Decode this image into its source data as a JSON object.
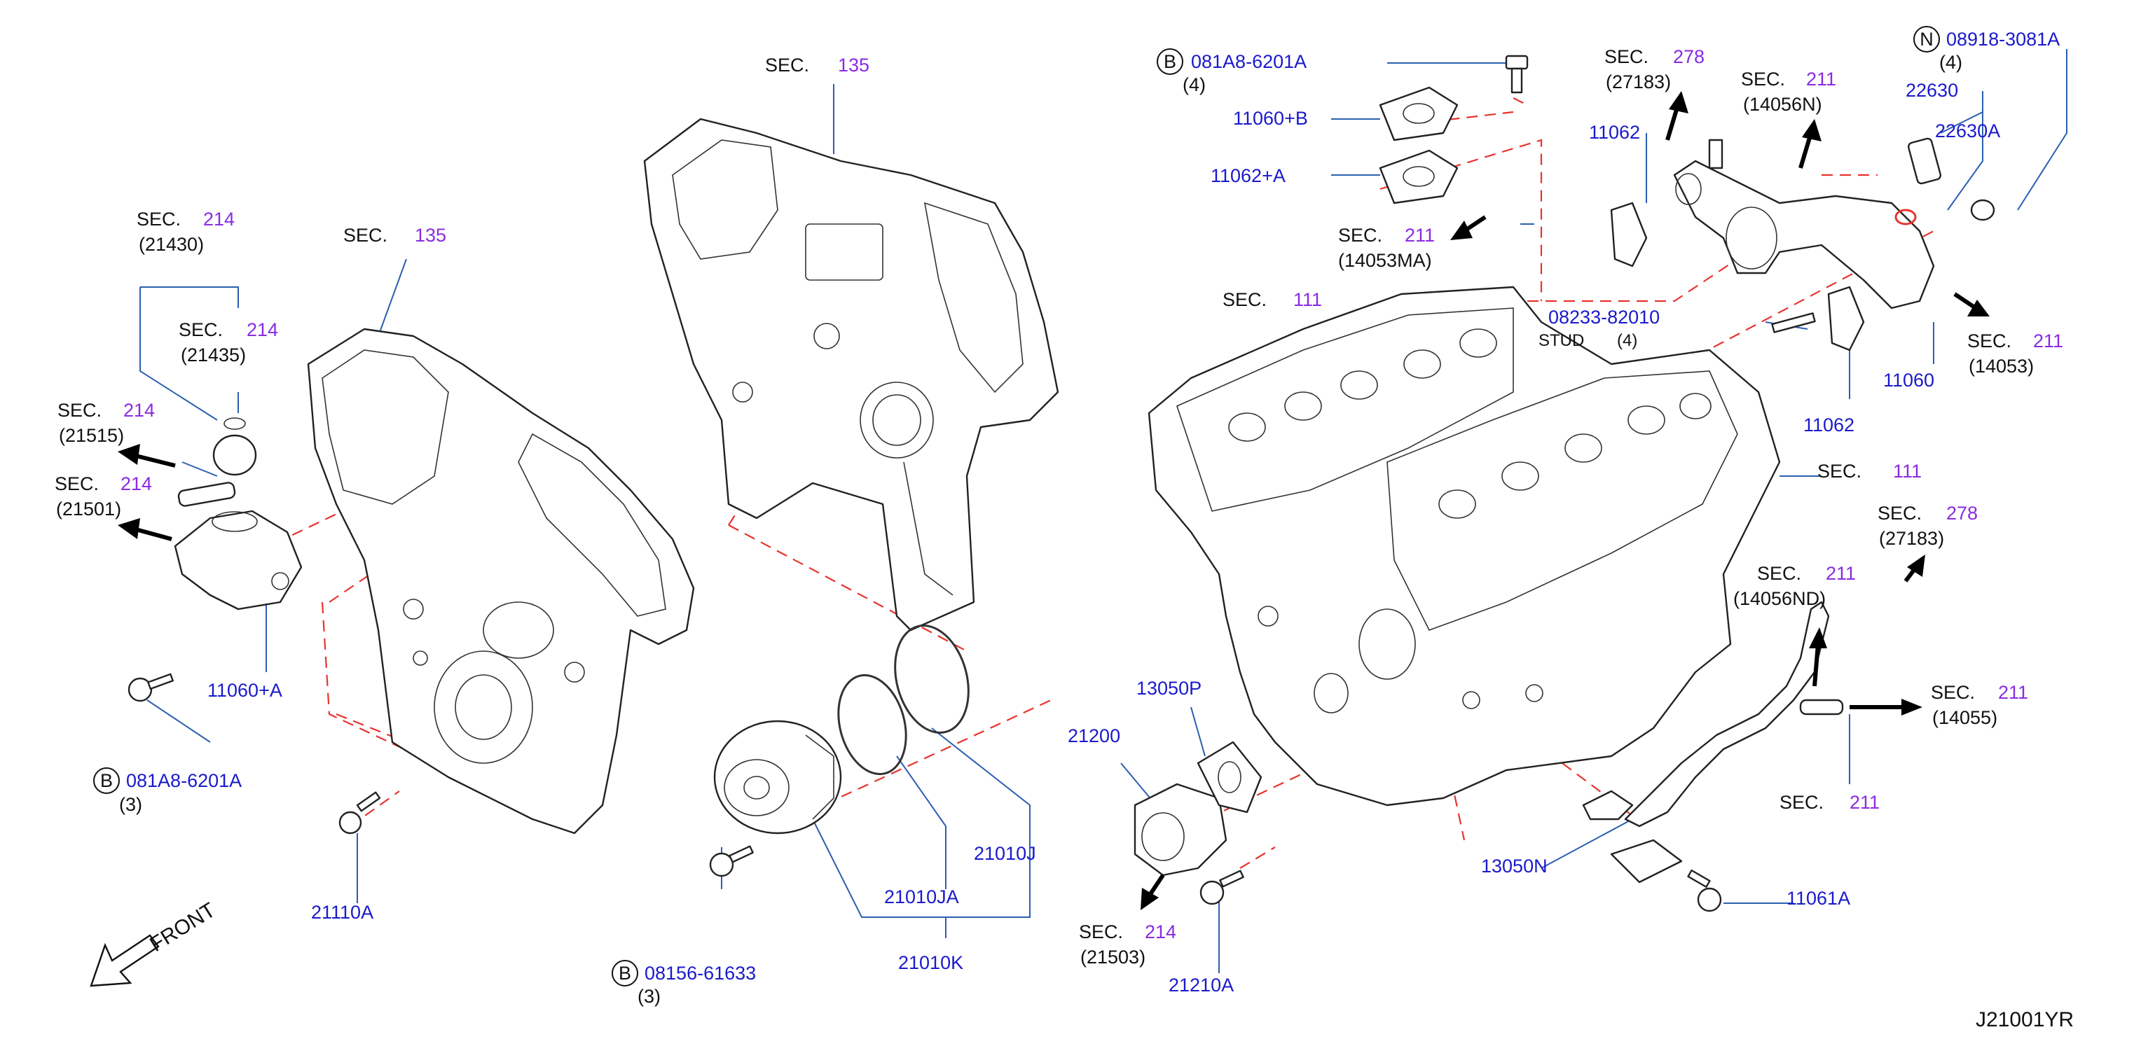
{
  "diagram_id": "J21001YR",
  "front_label": "FRONT",
  "sec_prefix": "SEC.",
  "stud_label": "STUD",
  "sections": [
    {
      "id": "sec-135-left",
      "num": "135"
    },
    {
      "id": "sec-135-top",
      "num": "135"
    },
    {
      "id": "sec-214-21430",
      "num": "214",
      "ref": "(21430)"
    },
    {
      "id": "sec-214-21435",
      "num": "214",
      "ref": "(21435)"
    },
    {
      "id": "sec-214-21515",
      "num": "214",
      "ref": "(21515)"
    },
    {
      "id": "sec-214-21501",
      "num": "214",
      "ref": "(21501)"
    },
    {
      "id": "sec-214-21503",
      "num": "214",
      "ref": "(21503)"
    },
    {
      "id": "sec-211-14053ma",
      "num": "211",
      "ref": "(14053MA)"
    },
    {
      "id": "sec-111-top",
      "num": "111"
    },
    {
      "id": "sec-111-right",
      "num": "111"
    },
    {
      "id": "sec-278-top",
      "num": "278",
      "ref": "(27183)"
    },
    {
      "id": "sec-211-14056n",
      "num": "211",
      "ref": "(14056N)"
    },
    {
      "id": "sec-211-14053",
      "num": "211",
      "ref": "(14053)"
    },
    {
      "id": "sec-278-right",
      "num": "278",
      "ref": "(27183)"
    },
    {
      "id": "sec-211-14056nd",
      "num": "211",
      "ref": "(14056ND)"
    },
    {
      "id": "sec-211-14055",
      "num": "211",
      "ref": "(14055)"
    },
    {
      "id": "sec-211-bottom",
      "num": "211"
    }
  ],
  "parts": {
    "p_11060A": "11060+A",
    "p_11060B": "11060+B",
    "p_11062A": "11062+A",
    "p_11062_top": "11062",
    "p_11062_mid": "11062",
    "p_11060": "11060",
    "p_22630": "22630",
    "p_22630A": "22630A",
    "p_08233": "08233-82010",
    "p_21110A": "21110A",
    "p_21200": "21200",
    "p_13050P": "13050P",
    "p_13050N": "13050N",
    "p_21210A": "21210A",
    "p_21010J": "21010J",
    "p_21010JA": "21010JA",
    "p_21010K": "21010K",
    "p_11061A": "11061A"
  },
  "fasteners": {
    "f_left": {
      "symbol": "B",
      "number": "081A8-6201A",
      "qty": "(3)"
    },
    "f_top": {
      "symbol": "B",
      "number": "081A8-6201A",
      "qty": "(4)"
    },
    "f_pump": {
      "symbol": "B",
      "number": "08156-61633",
      "qty": "(3)"
    },
    "f_n": {
      "symbol": "N",
      "number": "08918-3081A",
      "qty": "(4)"
    },
    "stud_qty": "(4)"
  },
  "colors": {
    "part_number": "#1a1acc",
    "section_number": "#8a2be2",
    "leader_line": "#2b5fb0",
    "dashed_guide": "#e8332e"
  }
}
